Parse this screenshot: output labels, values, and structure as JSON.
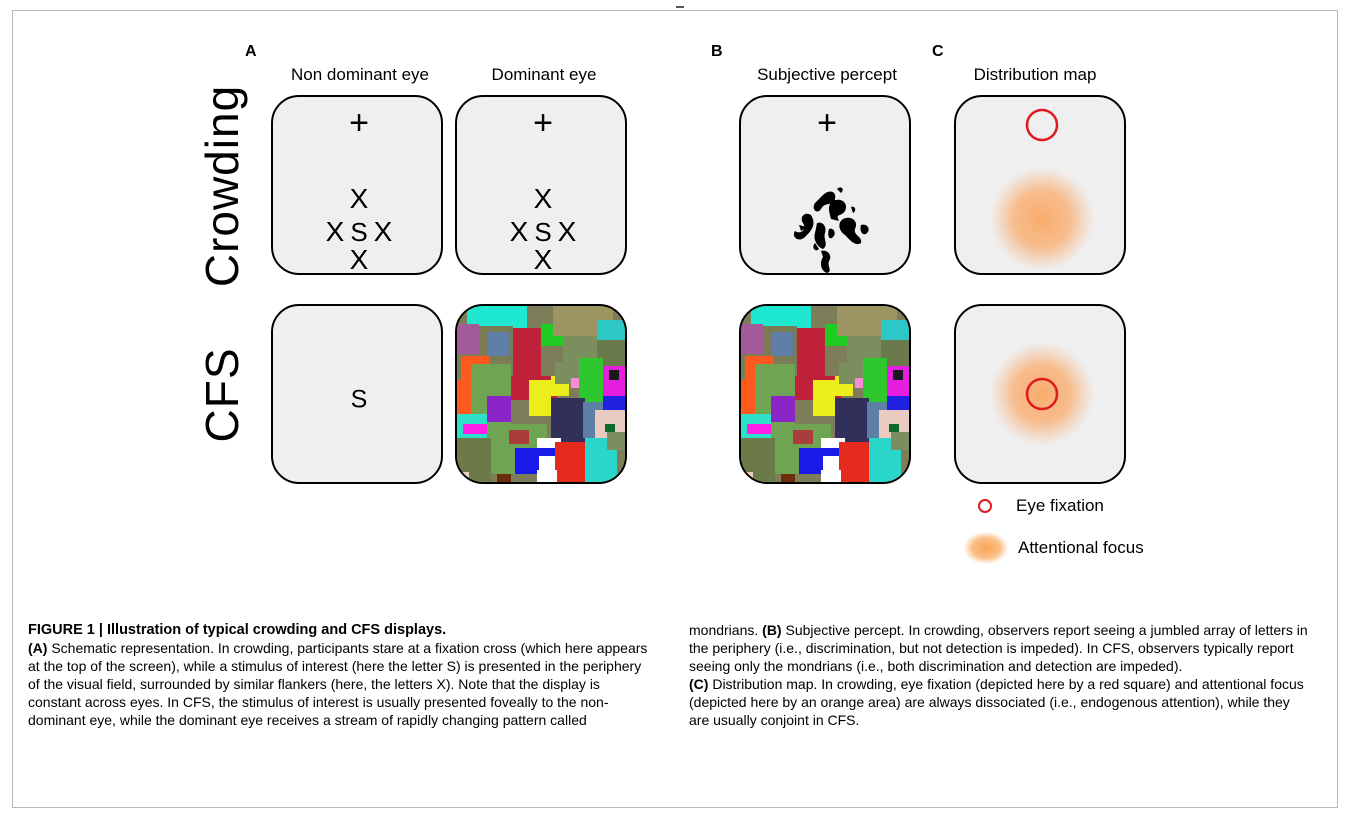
{
  "figure": {
    "panels": {
      "a": {
        "letter": "A",
        "col1_label": "Non dominant eye",
        "col2_label": "Dominant eye"
      },
      "b": {
        "letter": "B",
        "label": "Subjective percept"
      },
      "c": {
        "letter": "C",
        "label": "Distribution map"
      }
    },
    "rows": {
      "crowding": "Crowding",
      "cfs": "CFS"
    },
    "glyphs": {
      "fixation_cross": "+",
      "flanker": "X",
      "target": "S"
    },
    "legend": {
      "eye_fixation": "Eye fixation",
      "attentional_focus": "Attentional focus"
    },
    "colors": {
      "fixation_ring": "#e0191f",
      "attention_blob": "#f9a865",
      "tile_fill": "#efefef"
    }
  },
  "caption": {
    "title": "FIGURE 1 | Illustration of typical crowding and CFS displays.",
    "left": {
      "a_label": "(A)",
      "a_text": "Schematic representation. In crowding, participants stare at a fixation cross (which here appears at the top of the screen), while a stimulus of interest (here the letter S) is presented in the periphery of the visual field, surrounded by similar flankers (here, the letters X). Note that the display is constant across eyes. In CFS, the stimulus of interest is usually presented foveally to the non-dominant eye, while the dominant eye receives a stream of rapidly changing pattern called"
    },
    "right": {
      "a_cont": "mondrians.",
      "b_label": "(B)",
      "b_text": "Subjective percept. In crowding, observers report seeing a jumbled array of letters in the periphery (i.e., discrimination, but not detection is impeded). In CFS, observers typically report seeing only the mondrians (i.e., both discrimination and detection are impeded).",
      "c_label": "(C)",
      "c_text": "Distribution map. In crowding, eye fixation (depicted here by a red square) and attentional focus (depicted here by an orange area) are always dissociated (i.e., endogenous attention), while they are usually conjoint in CFS."
    }
  }
}
